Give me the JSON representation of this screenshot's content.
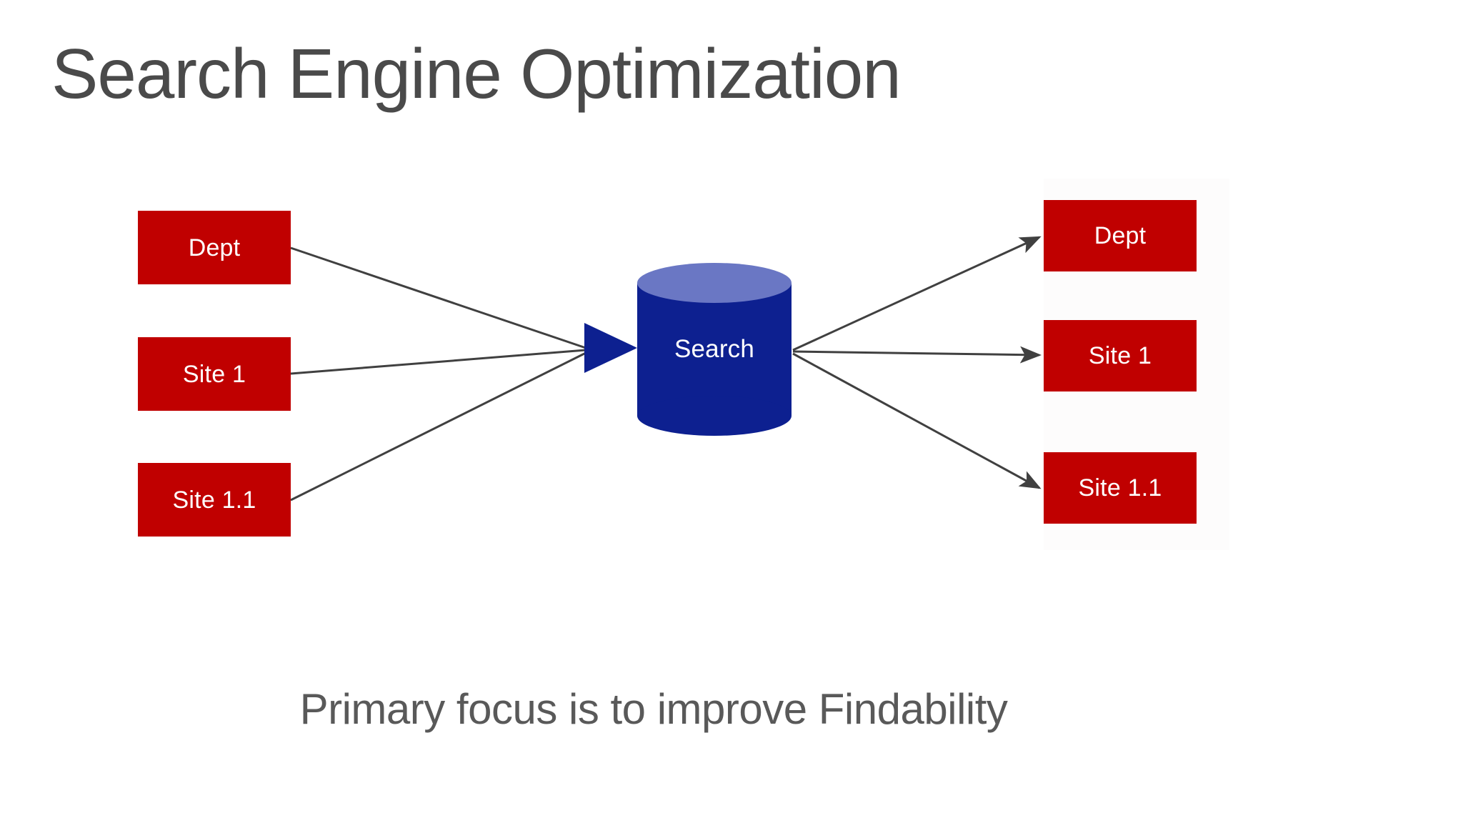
{
  "slide": {
    "title": "Search Engine Optimization",
    "caption": "Primary focus is to improve Findability",
    "background_color": "#ffffff",
    "title_color": "#4a4a4a",
    "caption_color": "#595959"
  },
  "diagram": {
    "type": "flow",
    "accent_colors": {
      "node_red": "#c00000",
      "cylinder_body": "#0d2090",
      "cylinder_top": "#6a77c4",
      "connector_gray": "#404040",
      "arrowhead_blue": "#0d2090"
    },
    "hub": {
      "label": "Search",
      "shape": "cylinder",
      "label_color": "#ffffff"
    },
    "inputs": [
      {
        "label": "Dept"
      },
      {
        "label": "Site 1"
      },
      {
        "label": "Site 1.1"
      }
    ],
    "outputs": [
      {
        "label": "Dept"
      },
      {
        "label": "Site 1"
      },
      {
        "label": "Site 1.1"
      }
    ],
    "icons": {
      "inbound_arrowhead": "triangle-right-icon",
      "outbound_arrowhead": "arrow-right-icon"
    }
  }
}
